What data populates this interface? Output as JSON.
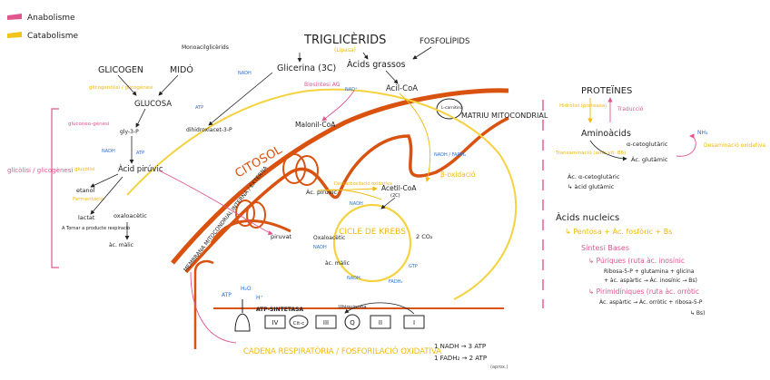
{
  "legend": {
    "anabolism": {
      "label": "Anabolisme",
      "color": "#e0568f"
    },
    "catabolism": {
      "label": "Catabolisme",
      "color": "#f0c419"
    }
  },
  "colors": {
    "membrane": "#d9520f",
    "cycle": "#f5d240",
    "blue": "#2d6fd1",
    "pink": "#e0568f",
    "yellow": "#f0b90b",
    "black": "#222222",
    "divider": "#e0568f"
  },
  "left": {
    "triglicerids": "TRIGLICÈRIDS",
    "lipasa": "(Lipasa)",
    "fosfolipids": "FOSFOLÍPIDS",
    "monoacil": "Monoacilglicèrids",
    "glicogen": "GLICOGEN",
    "mido": "MIDÓ",
    "glicerina": "Glicerina (3C)",
    "acids_grassos": "Àcids grassos",
    "acil_coa": "Acil-CoA",
    "glucosa": "GLUCOSA",
    "gly3p": "gly-3-P",
    "dihidroxi": "dihidroxiacet-3-P",
    "acid_piruvic": "Àcid pirúvic",
    "etanol": "etanol",
    "lactat": "lactat",
    "oxaloacetic": "oxaloacètic",
    "malic": "àc. màlic",
    "gluconeo": "gluconeo-gènesi",
    "glucolisi": "glucòlisi",
    "biosintesi": "Biosíntesi AG",
    "malonil": "Malonil-CoA",
    "citosol": "CITOSOL",
    "membrana": "MEMBRANA MITOCONDRIAL INTERNA / EXTERNA",
    "matriu": "MATRIU MITOCONDRIAL",
    "beta_oxidacio": "β-oxidació",
    "carnitina": "L-carnitina",
    "acetil_coa": "Acetil-CoA",
    "acetil_coa_c": "(2C)",
    "ac_piruvic": "Àc. pirúvic",
    "descarboxilacio": "Descarboxilació oxidativa",
    "piruvat": "piruvat",
    "cicle": "CICLE DE KREBS",
    "oxalo_cycle": "Oxaloacètic",
    "malic_cycle": "àc. màlic",
    "fermentacio": "Fermentació",
    "co2": "2 CO₂",
    "atp_synthase": "ATP-SINTETASA",
    "complexes": [
      "IV",
      "Cit-c",
      "III",
      "Q",
      "II",
      "I"
    ],
    "ubiquinona": "Ubiquinona",
    "cadena": "CADENA RESPIRATÒRIA / FOSFORILACIÓ OXIDATIVA",
    "nadh_eq": "1 NADH → 3 ATP",
    "fadh_eq": "1 FADH₂ → 2 ATP",
    "fadh_note": "(aprox.)",
    "h2o": "H₂O",
    "hplus": "H⁺",
    "atp": "ATP",
    "nadh": "NADH",
    "fadh": "FADH₂",
    "gtp": "GTP",
    "nadh_fadh": "NADH / FADH₂",
    "nad": "NAD⁺",
    "ann_gluconeo": "gluconeo-gènesi",
    "ann_glucolisi": "glucòlisi",
    "ann_glicogenesi": "glicogenòlisi / glicogènesi",
    "ann_fermentacio": "Fermentació",
    "ann_piruvat": "A Tornar a producte respiració",
    "glic_bracket": "glicòlisi / glicogènesi"
  },
  "right": {
    "proteines": "PROTEÏNES",
    "hidrolisi": "Hidròlisi (proteasa)",
    "traduccio": "Traducció",
    "aminoacids": "Aminoàcids",
    "cetoglutaric": "α-cetoglutàric",
    "ac_glutamic": "Àc. glutàmic",
    "transaminacio": "Transaminació (amb vit. B6)",
    "desaminacio": "Desaminació oxidativa",
    "nh3": "NH₃",
    "ac_cetoglu2": "Àc. α-cetoglutàric",
    "ac_glutamic2": "↳ àcid glutàmic",
    "acids_nucleics": "Àcids nucleics",
    "pentosa": "↳ Pentosa + Àc. fosfòric + Bs",
    "sintesi_bases": "Síntesi Bases",
    "purines": "↳ Púriques (ruta àc. inosínic",
    "purines_detail": "Ribosa-5-P + glutamina + glicina",
    "purines_detail2": "+ àc. aspàrtic → Àc. inosínic → Bs)",
    "pirimidines": "↳ Pirimidíniques (ruta àc. orròtic",
    "pirimidines_detail": "Àc. aspàrtic → Àc. orròtic + ribosa-5-P",
    "pirimidines_detail2": "↳ Bs)"
  }
}
